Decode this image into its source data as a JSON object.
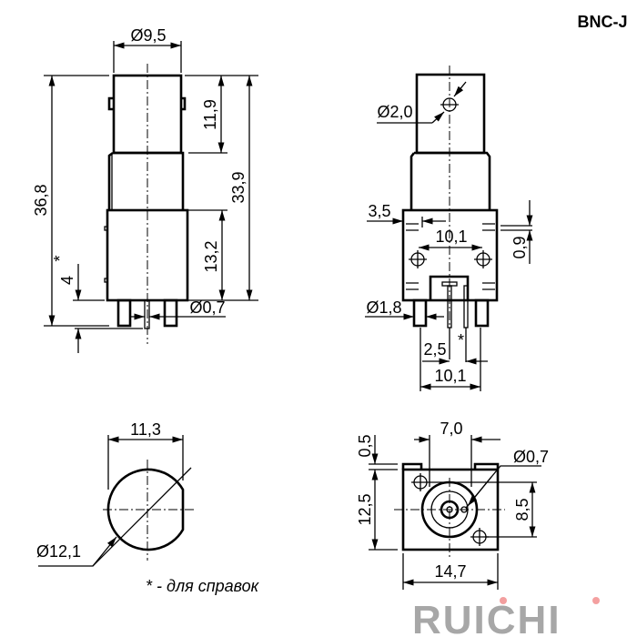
{
  "title": "BNC-J",
  "front_view": {
    "d_top": "Ø9,5",
    "h_total": "36,8",
    "h_head": "11,9",
    "h_body": "33,9",
    "h_block": "13,2",
    "pin_len": "4",
    "pin_len_star": "*",
    "d_pin": "Ø0,7"
  },
  "side_view": {
    "d_hole": "Ø2,0",
    "offset": "3,5",
    "hole_spacing": "10,1",
    "slot": "0,9",
    "d_leg": "Ø1,8",
    "pin_pitch": "2,5",
    "pin_pitch_star": "*",
    "leg_spacing": "10,1"
  },
  "end_view": {
    "width": "11,3",
    "diameter": "Ø12,1"
  },
  "footprint": {
    "tab_gap": "7,0",
    "tab_h": "0,5",
    "height": "12,5",
    "d_pin": "Ø0,7",
    "hole_v": "8,5",
    "width": "14,7"
  },
  "note": "*  -  для справок",
  "logo": "RUICHI",
  "colors": {
    "logo_gray": "#8a8a8a",
    "logo_dot": "#f08080"
  }
}
